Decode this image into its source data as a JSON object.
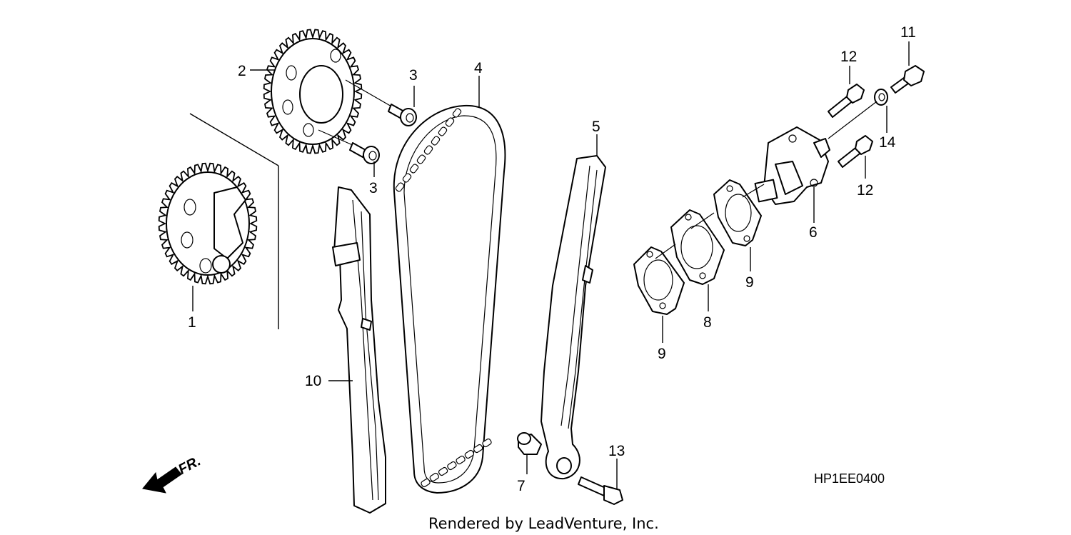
{
  "diagram": {
    "callouts": [
      {
        "id": "c1",
        "label": "1",
        "part": "cam-sprocket-with-decompressor"
      },
      {
        "id": "c2",
        "label": "2",
        "part": "cam-sprocket"
      },
      {
        "id": "c3a",
        "label": "3",
        "part": "sprocket-bolt"
      },
      {
        "id": "c3b",
        "label": "3",
        "part": "sprocket-bolt"
      },
      {
        "id": "c4",
        "label": "4",
        "part": "cam-chain"
      },
      {
        "id": "c5",
        "label": "5",
        "part": "chain-tensioner-guide"
      },
      {
        "id": "c6",
        "label": "6",
        "part": "chain-tensioner-lifter"
      },
      {
        "id": "c7",
        "label": "7",
        "part": "collar"
      },
      {
        "id": "c8",
        "label": "8",
        "part": "spacer"
      },
      {
        "id": "c9a",
        "label": "9",
        "part": "gasket"
      },
      {
        "id": "c9b",
        "label": "9",
        "part": "gasket"
      },
      {
        "id": "c10",
        "label": "10",
        "part": "chain-guide"
      },
      {
        "id": "c11",
        "label": "11",
        "part": "sealing-bolt"
      },
      {
        "id": "c12a",
        "label": "12",
        "part": "flange-bolt"
      },
      {
        "id": "c12b",
        "label": "12",
        "part": "flange-bolt"
      },
      {
        "id": "c13",
        "label": "13",
        "part": "flange-bolt"
      },
      {
        "id": "c14",
        "label": "14",
        "part": "washer"
      }
    ],
    "diagram_code": "HP1EE0400",
    "direction_label": "FR.",
    "credit": "Rendered by LeadVenture, Inc."
  }
}
